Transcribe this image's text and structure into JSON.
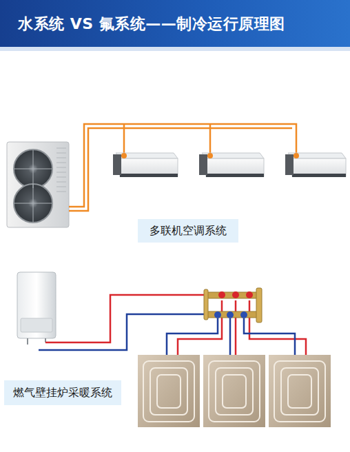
{
  "diagram": {
    "title": "水系统 VS 氟系统——制冷运行原理图",
    "nodes": [
      {
        "text": [
          "多联机空调系统"
        ]
      },
      {
        "text": [
          "燃气壁挂炉采暖系统"
        ]
      }
    ]
  }
}
